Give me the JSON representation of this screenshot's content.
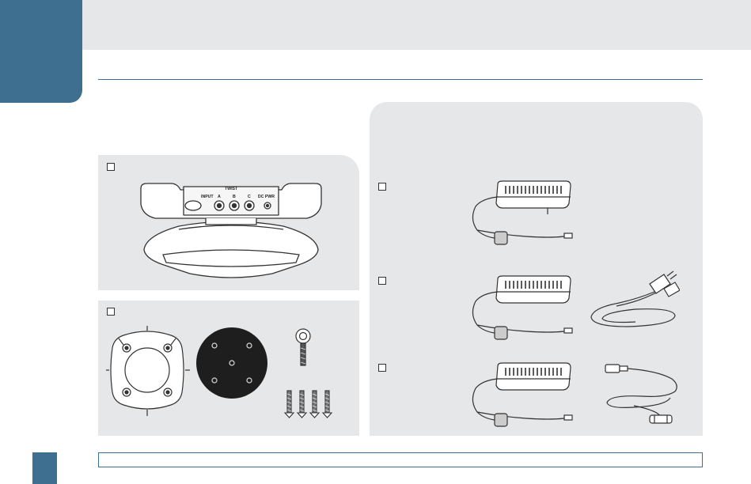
{
  "base_panel": {
    "jack_labels": {
      "input": "INPUT",
      "a": "A",
      "b": "B",
      "c": "C",
      "dc": "DC PWR",
      "twist": "TWIST"
    }
  },
  "colors": {
    "accent": "#3f6f90",
    "panel": "#e6e7e8",
    "line_art": "#333333"
  }
}
